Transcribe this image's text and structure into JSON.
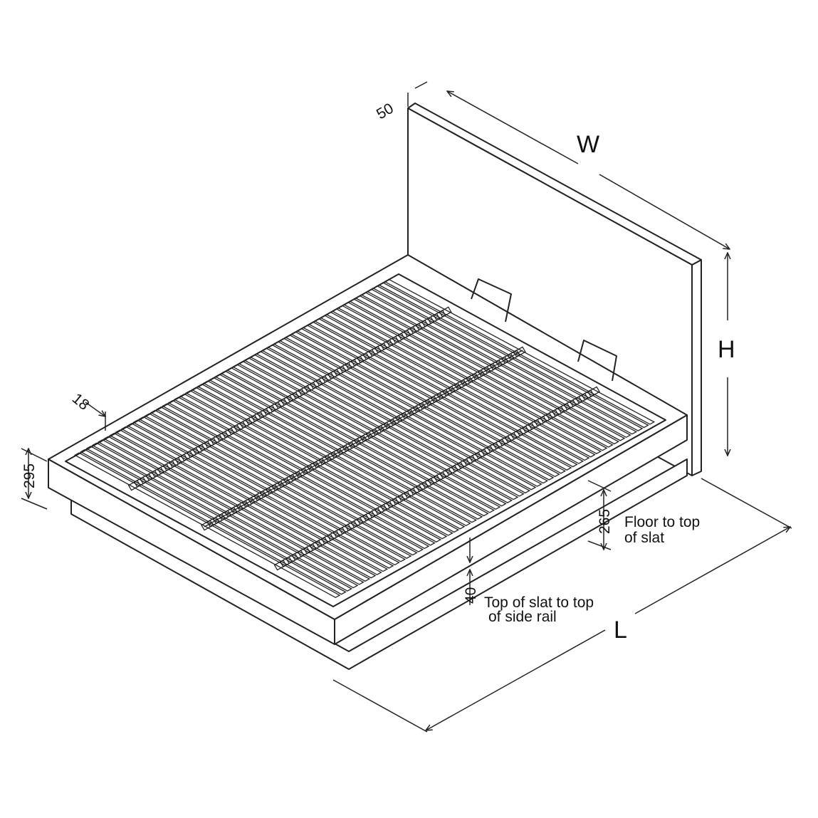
{
  "dimensions": {
    "width_label": "W",
    "height_label": "H",
    "length_label": "L",
    "headboard_thickness": "50",
    "rail_thickness": "18",
    "frame_height": "295",
    "floor_to_slat": "265",
    "slat_to_rail": "40"
  },
  "notes": {
    "floor_to_slat_line1": "Floor to top",
    "floor_to_slat_line2": "of slat",
    "slat_to_rail_line1": "Top of slat to top",
    "slat_to_rail_line2": "of side rail"
  },
  "slats_per_half": 27
}
